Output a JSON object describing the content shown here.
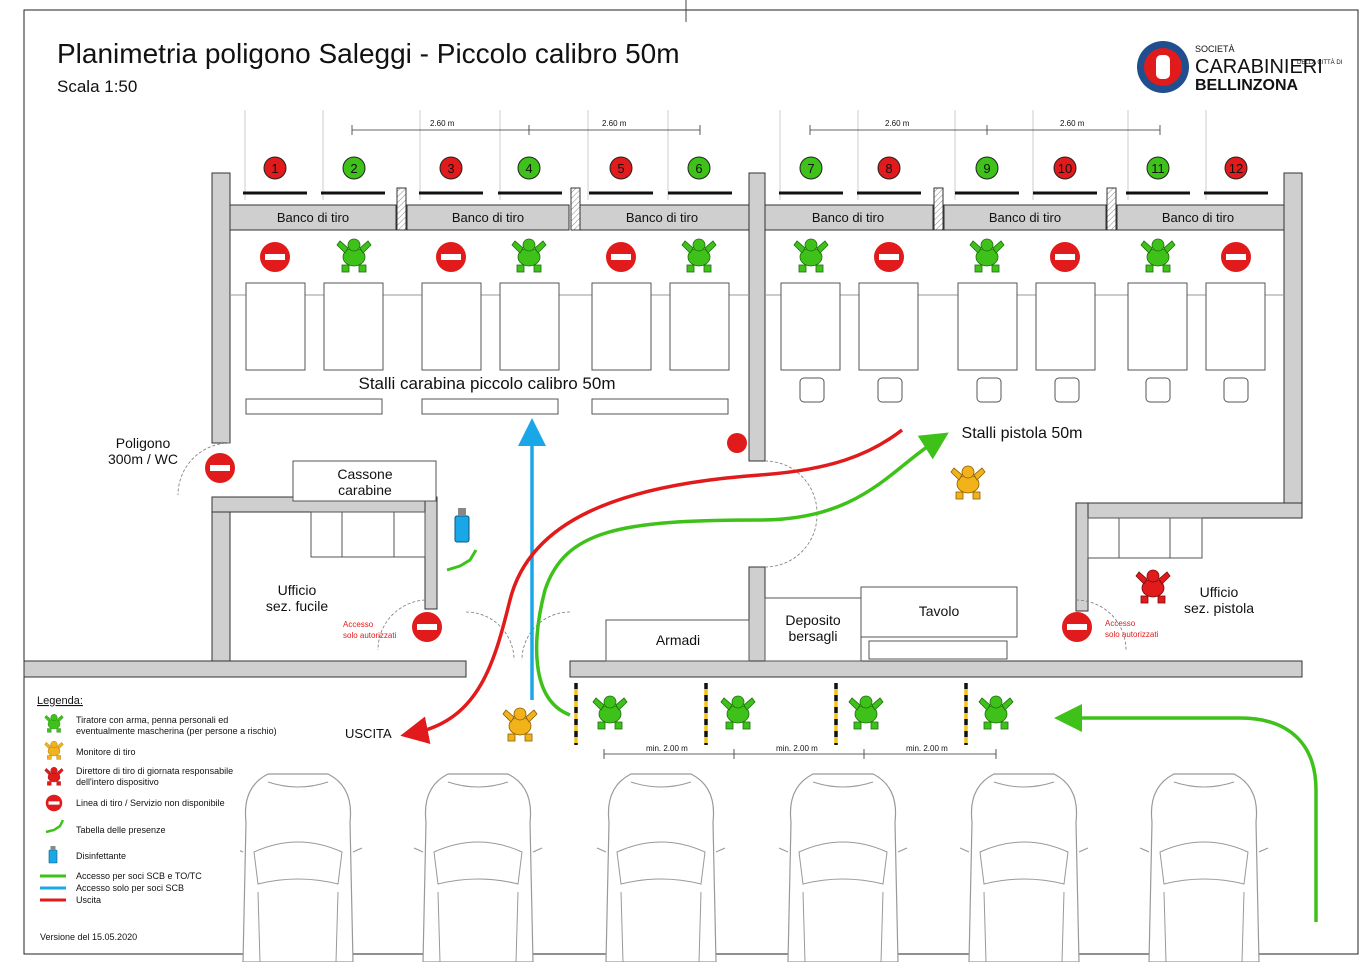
{
  "header": {
    "title": "Planimetria poligono Saleggi - Piccolo calibro 50m",
    "scale": "Scala 1:50",
    "logo": {
      "line1": "SOCIETÀ",
      "line2": "CARABINIERI",
      "line2b": "DELLA CITTÀ DI",
      "line3": "BELLINZONA"
    }
  },
  "colors": {
    "green": "#3ec21a",
    "red": "#e11b1b",
    "blue": "#1aa7e8",
    "yellow": "#f2b21a",
    "wall": "#cfcfcf"
  },
  "lanes": [
    {
      "num": "1",
      "status": "closed"
    },
    {
      "num": "2",
      "status": "open"
    },
    {
      "num": "3",
      "status": "closed"
    },
    {
      "num": "4",
      "status": "open"
    },
    {
      "num": "5",
      "status": "closed"
    },
    {
      "num": "6",
      "status": "open"
    },
    {
      "num": "7",
      "status": "open"
    },
    {
      "num": "8",
      "status": "closed"
    },
    {
      "num": "9",
      "status": "open"
    },
    {
      "num": "10",
      "status": "closed"
    },
    {
      "num": "11",
      "status": "open"
    },
    {
      "num": "12",
      "status": "closed"
    }
  ],
  "dims": {
    "top": [
      "2.60 m",
      "2.60 m",
      "2.60 m",
      "2.60 m"
    ],
    "queue": [
      "min. 2.00 m",
      "min. 2.00 m",
      "min. 2.00 m"
    ]
  },
  "benches": [
    "Banco di tiro",
    "Banco di tiro",
    "Banco di tiro",
    "Banco di tiro",
    "Banco di tiro",
    "Banco di tiro"
  ],
  "labels": {
    "rifle_stalls": "Stalli carabina piccolo calibro 50m",
    "pistol_stalls": "Stalli pistola 50m",
    "poligono_1": "Poligono",
    "poligono_2": "300m / WC",
    "cassone_1": "Cassone",
    "cassone_2": "carabine",
    "office_rifle_1": "Ufficio",
    "office_rifle_2": "sez. fucile",
    "office_pistol_1": "Ufficio",
    "office_pistol_2": "sez. pistola",
    "access_1": "Accesso",
    "access_2": "solo autorizzati",
    "armadi": "Armadi",
    "deposito_1": "Deposito",
    "deposito_2": "bersagli",
    "tavolo": "Tavolo",
    "uscita": "USCITA"
  },
  "legend": {
    "title": "Legenda:",
    "items": [
      {
        "icon": "shooter-green-icon",
        "text": [
          "Tiratore con arma, penna personali ed",
          "eventualmente mascherina (per persone a rischio)"
        ]
      },
      {
        "icon": "monitor-yellow-icon",
        "text": [
          "Monitore di tiro"
        ]
      },
      {
        "icon": "director-red-icon",
        "text": [
          "Direttore di tiro di giornata responsabile",
          "dell'intero dispositivo"
        ]
      },
      {
        "icon": "no-entry-icon",
        "text": [
          "Linea di tiro / Servizio non disponibile"
        ]
      },
      {
        "icon": "pen-icon",
        "text": [
          "Tabella delle presenze"
        ]
      },
      {
        "icon": "spray-icon",
        "text": [
          "Disinfettante"
        ]
      }
    ],
    "lines": [
      {
        "color": "#3ec21a",
        "text": "Accesso per soci SCB e TO/TC"
      },
      {
        "color": "#1aa7e8",
        "text": "Accesso solo per soci SCB"
      },
      {
        "color": "#e11b1b",
        "text": "Uscita"
      }
    ]
  },
  "footer": {
    "version": "Versione del 15.05.2020"
  }
}
